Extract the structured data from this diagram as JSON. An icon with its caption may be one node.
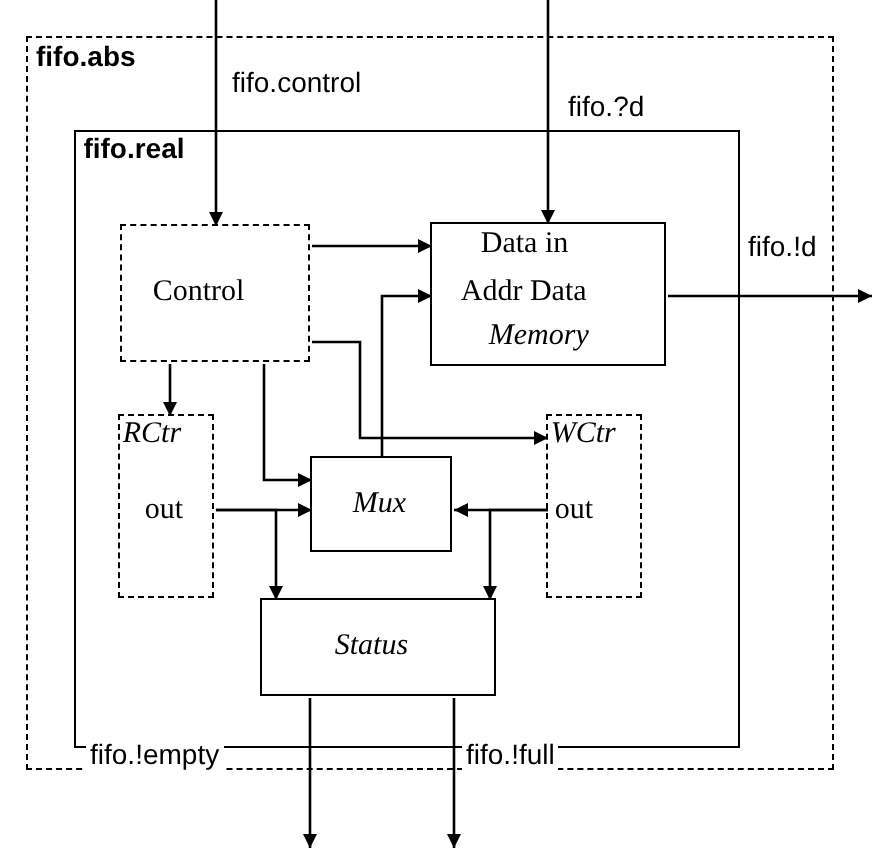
{
  "diagram": {
    "nodes": [
      {
        "text": [
          "fifo.abs"
        ]
      },
      {
        "text": [
          "fifo.real"
        ],
        "in": 0
      },
      {
        "text": [
          "Control"
        ],
        "in": 1
      },
      {
        "text": [
          "Data in",
          "Addr Data",
          "Memory"
        ],
        "in": 1
      },
      {
        "text": [
          "RCtr",
          "out"
        ],
        "in": 1
      },
      {
        "text": [
          "Mux"
        ],
        "in": 1
      },
      {
        "text": [
          "WCtr",
          "out"
        ],
        "in": 1
      },
      {
        "text": [
          "Status"
        ],
        "in": 1
      }
    ],
    "edges": [
      {
        "from": null,
        "to": 2,
        "arrow": "to",
        "label": "fifo.control"
      },
      {
        "from": null,
        "to": 3,
        "arrow": "to",
        "label": "fifo.?d"
      },
      {
        "from": 3,
        "to": null,
        "arrow": "to",
        "label": "fifo.!d"
      },
      {
        "from": 2,
        "to": 3,
        "arrow": "to"
      },
      {
        "from": 2,
        "to": 4,
        "arrow": "to"
      },
      {
        "from": 2,
        "to": 5,
        "arrow": "to"
      },
      {
        "from": 2,
        "to": 6,
        "arrow": "to"
      },
      {
        "from": 5,
        "to": 3,
        "arrow": "to"
      },
      {
        "from": 4,
        "to": 5,
        "arrow": "to"
      },
      {
        "from": 6,
        "to": 5,
        "arrow": "to"
      },
      {
        "from": 4,
        "to": 7,
        "arrow": "to"
      },
      {
        "from": 6,
        "to": 7,
        "arrow": "to"
      },
      {
        "from": 7,
        "to": null,
        "arrow": "to",
        "label": "fifo.!empty"
      },
      {
        "from": 7,
        "to": null,
        "arrow": "to",
        "label": "fifo.!full"
      }
    ]
  }
}
